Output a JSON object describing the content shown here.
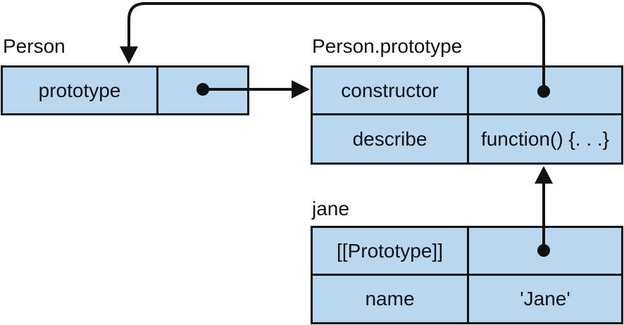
{
  "objects": {
    "person": {
      "title": "Person",
      "rows": [
        {
          "key": "prototype",
          "value": ""
        }
      ]
    },
    "person_prototype": {
      "title": "Person.prototype",
      "rows": [
        {
          "key": "constructor",
          "value": ""
        },
        {
          "key": "describe",
          "value": "function() {. . .}"
        }
      ]
    },
    "jane": {
      "title": "jane",
      "rows": [
        {
          "key": "[[Prototype]]",
          "value": ""
        },
        {
          "key": "name",
          "value": "'Jane'"
        }
      ]
    }
  },
  "colors": {
    "cell_fill": "#b9d7ee",
    "stroke": "#111111"
  }
}
